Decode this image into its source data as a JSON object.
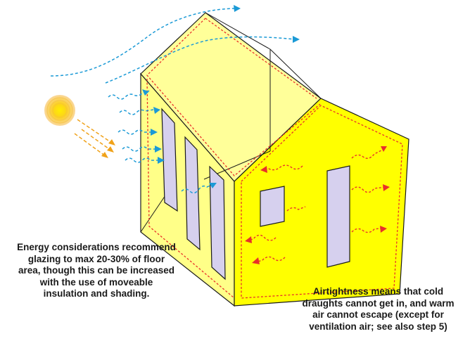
{
  "captions": {
    "glazing": [
      "Energy considerations recommend",
      "glazing to max 20-30% of floor",
      "area, though this can be increased",
      "with the use of moveable",
      "insulation and shading."
    ],
    "airtightness": [
      "Airtightness means that cold",
      "draughts cannot get in, and warm",
      "air cannot escape (except for",
      "ventilation air; see also step 5)"
    ]
  },
  "colors": {
    "wall_fill": "#ffff00",
    "roof_fill": "#ffff99",
    "side_wall_fill": "#ffff88",
    "window_fill": "#d6d0ee",
    "outline": "#1a1a1a",
    "airtight_line": "#e8312a",
    "cold_draught": "#1b9ad6",
    "warm_air": "#e8312a",
    "sun": "#f7c21a",
    "sun_rays": "#f0a21a"
  },
  "icons": {
    "sun": "sun-icon",
    "cold_draught": "cold-draught-arrow",
    "warm_air": "warm-air-arrow"
  }
}
